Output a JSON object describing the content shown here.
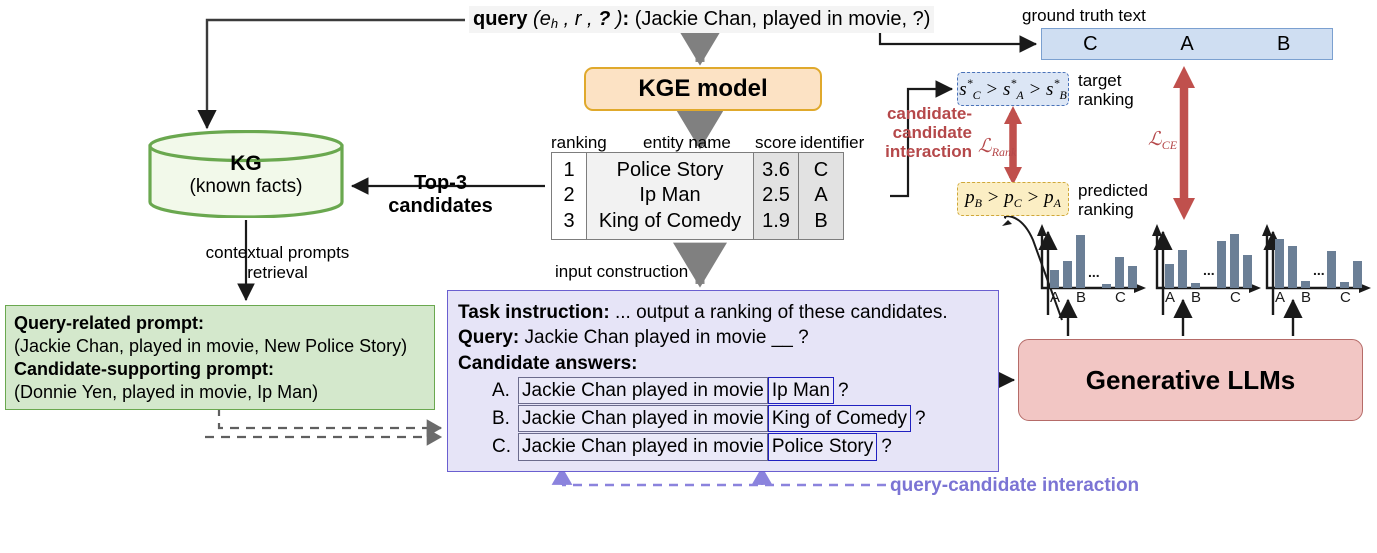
{
  "query": {
    "prefix": "query",
    "triple_pattern": "(e_h , r , ?)",
    "colon": " : ",
    "value": "(Jackie Chan, played in movie, ?)"
  },
  "kge": {
    "label": "KGE model"
  },
  "kg": {
    "title": "KG",
    "subtitle": "(known facts)"
  },
  "table": {
    "headers": {
      "ranking": "ranking",
      "entity": "entity name",
      "score": "score",
      "identifier": "identifier"
    },
    "rows": [
      {
        "rank": "1",
        "entity": "Police Story",
        "score": "3.6",
        "id": "C"
      },
      {
        "rank": "2",
        "entity": "Ip Man",
        "score": "2.5",
        "id": "A"
      },
      {
        "rank": "3",
        "entity": "King of Comedy",
        "score": "1.9",
        "id": "B"
      }
    ]
  },
  "labels": {
    "top3": "Top-3\ncandidates",
    "contextual": "contextual prompts\nretrieval",
    "input_construction": "input construction",
    "ground_truth": "ground truth text",
    "target_ranking": "target\nranking",
    "predicted_ranking": "predicted\nranking",
    "candidate_candidate": "candidate-\ncandidate\ninteraction",
    "query_candidate": "query-candidate interaction",
    "loss_rank": "L_Rank",
    "loss_ce": "L_CE"
  },
  "green_prompt": {
    "title1": "Query-related prompt:",
    "line1": "(Jackie Chan, played in movie, New Police Story)",
    "title2": "Candidate-supporting prompt:",
    "line2": "(Donnie Yen, played in movie, Ip Man)"
  },
  "purple_box": {
    "task_label": "Task instruction:",
    "task_text": "... output a ranking of these candidates.",
    "query_label": "Query:",
    "query_text": "Jackie Chan played in movie __ ?",
    "candidates_label": "Candidate answers:",
    "candidates": [
      {
        "letter": "A.",
        "stem": "Jackie Chan played in movie",
        "answer": "Ip Man",
        "qmark": "?"
      },
      {
        "letter": "B.",
        "stem": "Jackie Chan played in movie",
        "answer": "King of Comedy",
        "qmark": "?"
      },
      {
        "letter": "C.",
        "stem": "Jackie Chan played in movie",
        "answer": "Police Story",
        "qmark": "?"
      }
    ]
  },
  "ground_truth_text": {
    "items": [
      "C",
      "A",
      "B"
    ]
  },
  "target_ranking_expr": {
    "terms": [
      "s*_C",
      "s*_A",
      "s*_B"
    ],
    "ops": [
      ">",
      ">"
    ]
  },
  "predicted_ranking_expr": {
    "terms": [
      "p_B",
      "p_C",
      "p_A"
    ],
    "ops": [
      ">",
      ">"
    ]
  },
  "llm": {
    "label": "Generative LLMs"
  },
  "colors": {
    "kge_fill": "#fce2c4",
    "kge_border": "#e0a92c",
    "kg_fill": "#f0f8e8",
    "kg_border": "#6aa84f",
    "green_fill": "#d4e8cc",
    "green_border": "#6aa84f",
    "purple_fill": "#e6e4f7",
    "purple_border": "#6a5fd0",
    "blue_fill": "#cfdef2",
    "blue_border": "#7ba0d0",
    "yellow_fill": "#fbeec4",
    "yellow_border": "#cfa83a",
    "llm_fill": "#f2c6c4",
    "llm_border": "#b56b68",
    "loss_red": "#b5484a",
    "interaction_purple": "#7b74d4",
    "bar_color": "#6b7f96",
    "arrow_gray": "#808080"
  },
  "chart_data": [
    {
      "type": "bar",
      "title": "",
      "xlabel": "",
      "ylabel": "",
      "categories": [
        "A",
        "",
        "B",
        "",
        "C",
        ""
      ],
      "tick_labels": [
        "A",
        "B",
        "C"
      ],
      "values": [
        0.3,
        0.45,
        0.88,
        0.07,
        0.52,
        0.36
      ],
      "ylim": [
        0,
        1
      ],
      "grid": false,
      "legend": "none"
    },
    {
      "type": "bar",
      "title": "",
      "xlabel": "",
      "ylabel": "",
      "categories": [
        "A",
        "",
        "B",
        "",
        "C",
        ""
      ],
      "tick_labels": [
        "A",
        "B",
        "C"
      ],
      "values": [
        0.4,
        0.63,
        0.08,
        0.78,
        0.9,
        0.55
      ],
      "ylim": [
        0,
        1
      ],
      "grid": false,
      "legend": "none"
    },
    {
      "type": "bar",
      "title": "",
      "xlabel": "",
      "ylabel": "",
      "categories": [
        "A",
        "",
        "B",
        "",
        "C",
        ""
      ],
      "tick_labels": [
        "A",
        "B",
        "C"
      ],
      "values": [
        0.82,
        0.7,
        0.12,
        0.62,
        0.1,
        0.46
      ],
      "ylim": [
        0,
        1
      ],
      "grid": false,
      "legend": "none"
    }
  ]
}
